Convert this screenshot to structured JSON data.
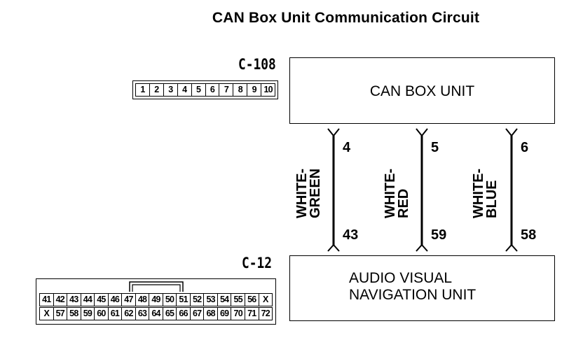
{
  "title": "CAN Box Unit Communication Circuit",
  "upper_unit": {
    "connector": "C-108",
    "label": "CAN BOX UNIT"
  },
  "lower_unit": {
    "connector": "C-12",
    "line1": "AUDIO VISUAL",
    "line2": "NAVIGATION UNIT"
  },
  "wires": [
    {
      "color_line1": "WHITE-",
      "color_line2": "GREEN",
      "top_pin": "4",
      "bottom_pin": "43"
    },
    {
      "color_line1": "WHITE-",
      "color_line2": "RED",
      "top_pin": "5",
      "bottom_pin": "59"
    },
    {
      "color_line1": "WHITE-",
      "color_line2": "BLUE",
      "top_pin": "6",
      "bottom_pin": "58"
    }
  ],
  "c108_pins": [
    "1",
    "2",
    "3",
    "4",
    "5",
    "6",
    "7",
    "8",
    "9",
    "10"
  ],
  "c12_pins_row1": [
    "41",
    "42",
    "43",
    "44",
    "45",
    "46",
    "47",
    "48",
    "49",
    "50",
    "51",
    "52",
    "53",
    "54",
    "55",
    "56",
    "X"
  ],
  "c12_pins_row2": [
    "X",
    "57",
    "58",
    "59",
    "60",
    "61",
    "62",
    "63",
    "64",
    "65",
    "66",
    "67",
    "68",
    "69",
    "70",
    "71",
    "72"
  ]
}
